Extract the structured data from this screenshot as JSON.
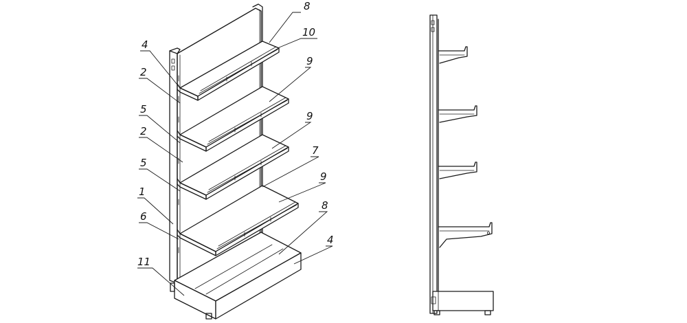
{
  "callouts": [
    {
      "id": "c1",
      "text": "8"
    },
    {
      "id": "c2",
      "text": "10"
    },
    {
      "id": "c3",
      "text": "4"
    },
    {
      "id": "c4",
      "text": "2"
    },
    {
      "id": "c5",
      "text": "9"
    },
    {
      "id": "c6",
      "text": "5"
    },
    {
      "id": "c7",
      "text": "9"
    },
    {
      "id": "c8",
      "text": "2"
    },
    {
      "id": "c9",
      "text": "7"
    },
    {
      "id": "c10",
      "text": "5"
    },
    {
      "id": "c11",
      "text": "9"
    },
    {
      "id": "c12",
      "text": "1"
    },
    {
      "id": "c13",
      "text": "8"
    },
    {
      "id": "c14",
      "text": "6"
    },
    {
      "id": "c15",
      "text": "4"
    },
    {
      "id": "c16",
      "text": "11"
    }
  ]
}
